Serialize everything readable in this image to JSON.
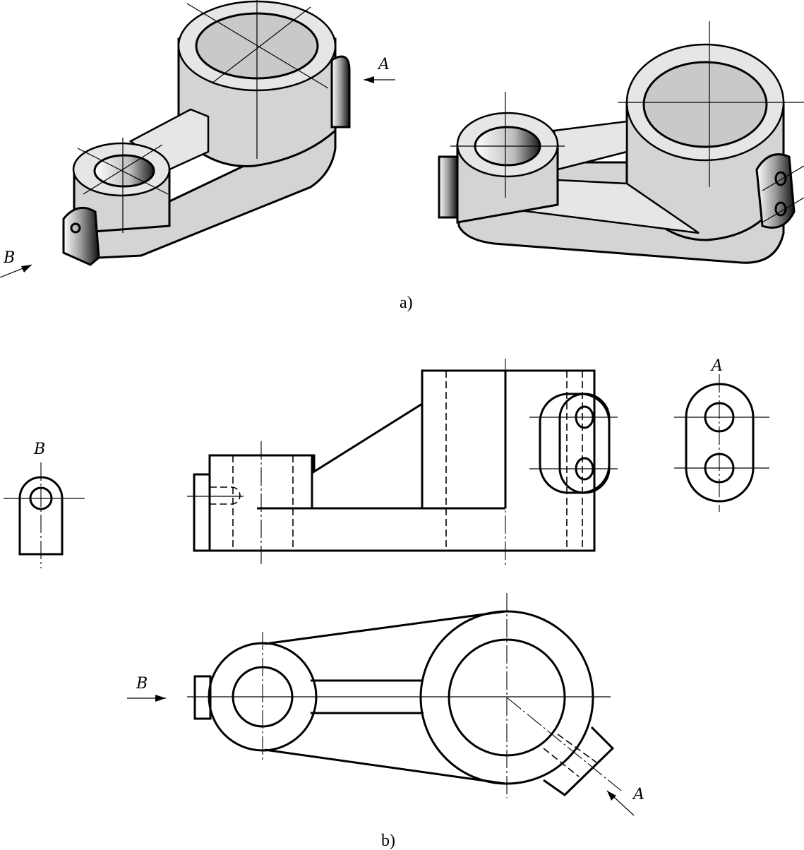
{
  "figure": {
    "caption_a": "a)",
    "caption_b": "b)",
    "view_label_a": "A",
    "view_label_b": "B"
  }
}
